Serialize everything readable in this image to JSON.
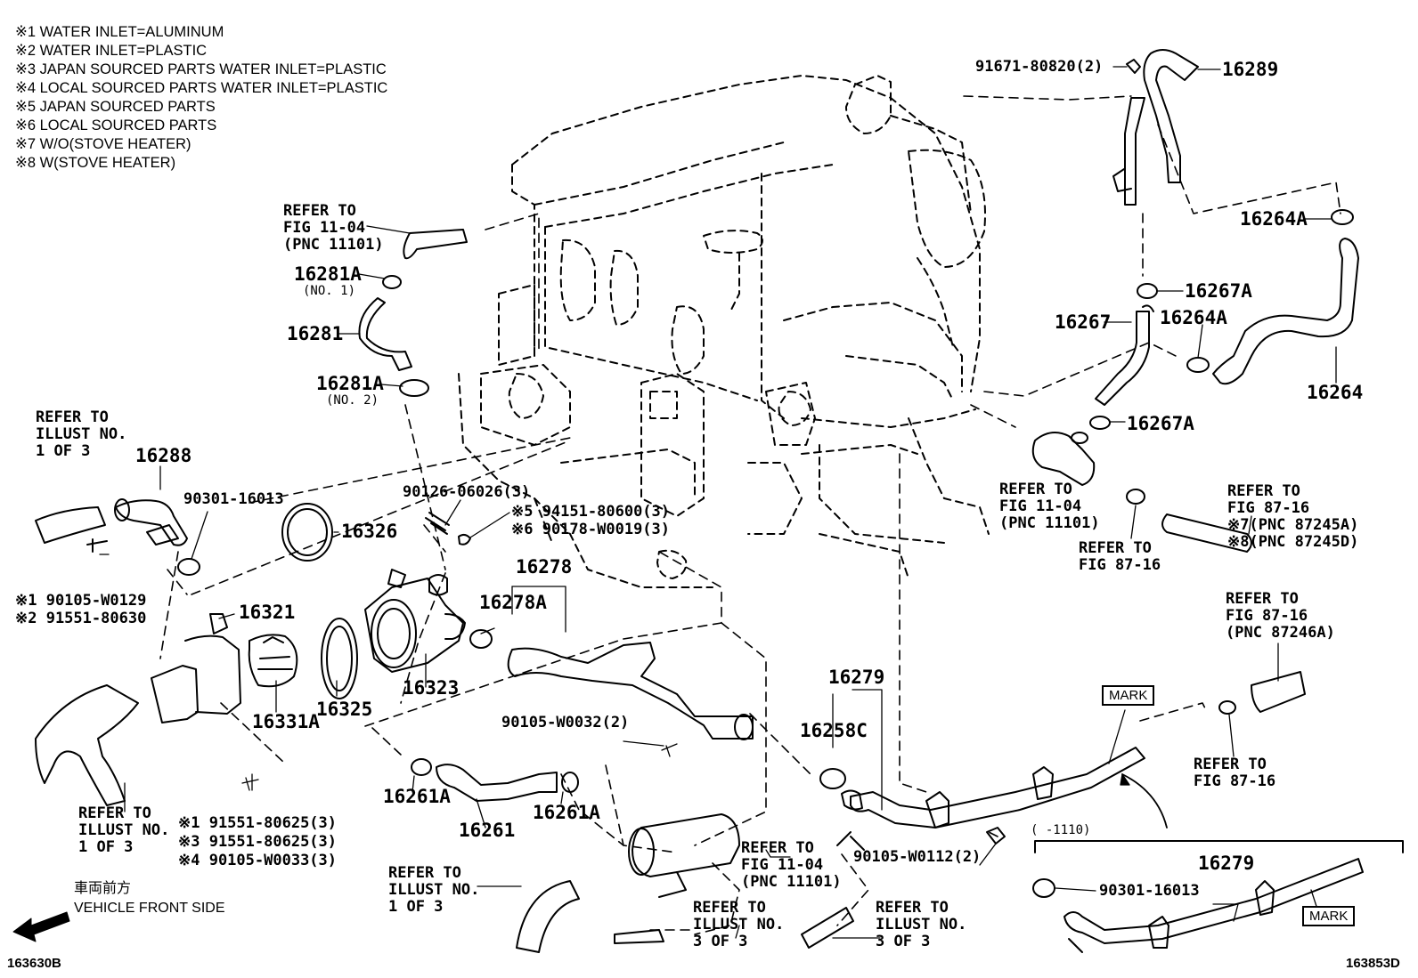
{
  "notes": [
    "※1 WATER INLET=ALUMINUM",
    "※2 WATER INLET=PLASTIC",
    "※3 JAPAN SOURCED PARTS WATER INLET=PLASTIC",
    "※4 LOCAL SOURCED PARTS WATER INLET=PLASTIC",
    "※5 JAPAN SOURCED PARTS",
    "※6 LOCAL SOURCED PARTS",
    "※7 W/O(STOVE HEATER)",
    "※8 W(STOVE HEATER)"
  ],
  "parts": {
    "p16289": "16289",
    "p91671": "91671-80820(2)",
    "p16264A_1": "16264A",
    "p16267A_1": "16267A",
    "p16267": "16267",
    "p16264A_2": "16264A",
    "p16264": "16264",
    "p16267A_2": "16267A",
    "p16281A_1": "16281A",
    "p16281A_1_sub": "(NO. 1)",
    "p16281": "16281",
    "p16281A_2": "16281A",
    "p16281A_2_sub": "(NO. 2)",
    "p16288": "16288",
    "p90301_1": "90301-16013",
    "p16326": "16326",
    "p90126": "90126-06026(3)",
    "p94151": "※5 94151-80600(3)",
    "p90178": "※6 90178-W0019(3)",
    "p16278": "16278",
    "p16278A": "16278A",
    "p90105_W0129": "※1 90105-W0129",
    "p91551_80630": "※2 91551-80630",
    "p16321": "16321",
    "p16323": "16323",
    "p16325": "16325",
    "p16331A": "16331A",
    "p90105_W0032": "90105-W0032(2)",
    "p16279_1": "16279",
    "p16258C": "16258C",
    "p16261A_1": "16261A",
    "p16261": "16261",
    "p16261A_2": "16261A",
    "p91551_80625_1": "※1 91551-80625(3)",
    "p91551_80625_3": "※3 91551-80625(3)",
    "p90105_W0033": "※4 90105-W0033(3)",
    "p90105_W0112": "90105-W0112(2)",
    "p16279_2": "16279",
    "p90301_2": "90301-16013",
    "range": "(      -1110)"
  },
  "refs": {
    "ref_fig1104_top": "REFER TO\nFIG 11-04\n(PNC 11101)",
    "ref_illust_left": "REFER TO\nILLUST NO.\n1 OF 3",
    "ref_fig1104_right": "REFER TO\nFIG 11-04\n(PNC 11101)",
    "ref_fig8716_a": "REFER TO\nFIG 87-16",
    "ref_fig8716_b": "REFER TO\nFIG 87-16\n※7(PNC 87245A)\n※8(PNC 87245D)",
    "ref_fig8716_c": "REFER TO\nFIG 87-16\n(PNC 87246A)",
    "ref_fig8716_d": "REFER TO\nFIG 87-16",
    "ref_illust_bl": "REFER TO\nILLUST NO.\n1 OF 3",
    "ref_illust_bc": "REFER TO\nILLUST NO.\n1 OF 3",
    "ref_fig1104_bottom": "REFER TO\nFIG 11-04\n(PNC 11101)",
    "ref_illust_3a": "REFER TO\nILLUST NO.\n3 OF 3",
    "ref_illust_3b": "REFER TO\nILLUST NO.\n3 OF 3"
  },
  "marks": {
    "mark1": "MARK",
    "mark2": "MARK"
  },
  "footer": {
    "front_jp": "車両前方",
    "front_en": "VEHICLE FRONT SIDE",
    "code_left": "163630B",
    "code_right": "163853D"
  },
  "colors": {
    "ink": "#000000",
    "paper": "#ffffff"
  }
}
